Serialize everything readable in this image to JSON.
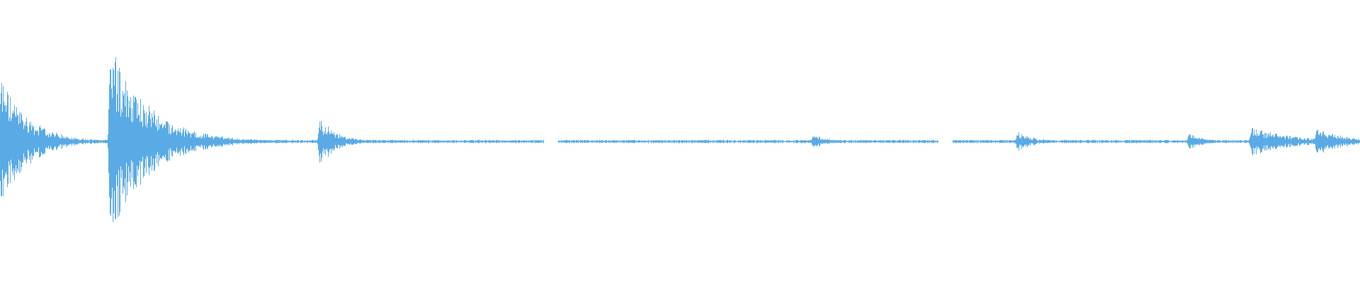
{
  "waveform": {
    "color": "#5aaae6",
    "max_amplitude": 1.0,
    "events": [
      {
        "t": 0.0,
        "peak": 0.68,
        "decay": 0.02,
        "label": ""
      },
      {
        "t": 0.081,
        "peak": 0.95,
        "decay": 0.028,
        "label": ""
      },
      {
        "t": 0.235,
        "peak": 0.25,
        "decay": 0.012,
        "label": ""
      },
      {
        "t": 0.598,
        "peak": 0.08,
        "decay": 0.01,
        "label": ""
      },
      {
        "t": 0.748,
        "peak": 0.1,
        "decay": 0.012,
        "label": ""
      },
      {
        "t": 0.874,
        "peak": 0.09,
        "decay": 0.01,
        "label": ""
      },
      {
        "t": 0.92,
        "peak": 0.15,
        "decay": 0.03,
        "label": ""
      },
      {
        "t": 0.968,
        "peak": 0.14,
        "decay": 0.02,
        "label": ""
      }
    ],
    "noise_floor": 0.012,
    "gap_ranges": [
      [
        0.4,
        0.41
      ],
      [
        0.69,
        0.7
      ]
    ]
  }
}
